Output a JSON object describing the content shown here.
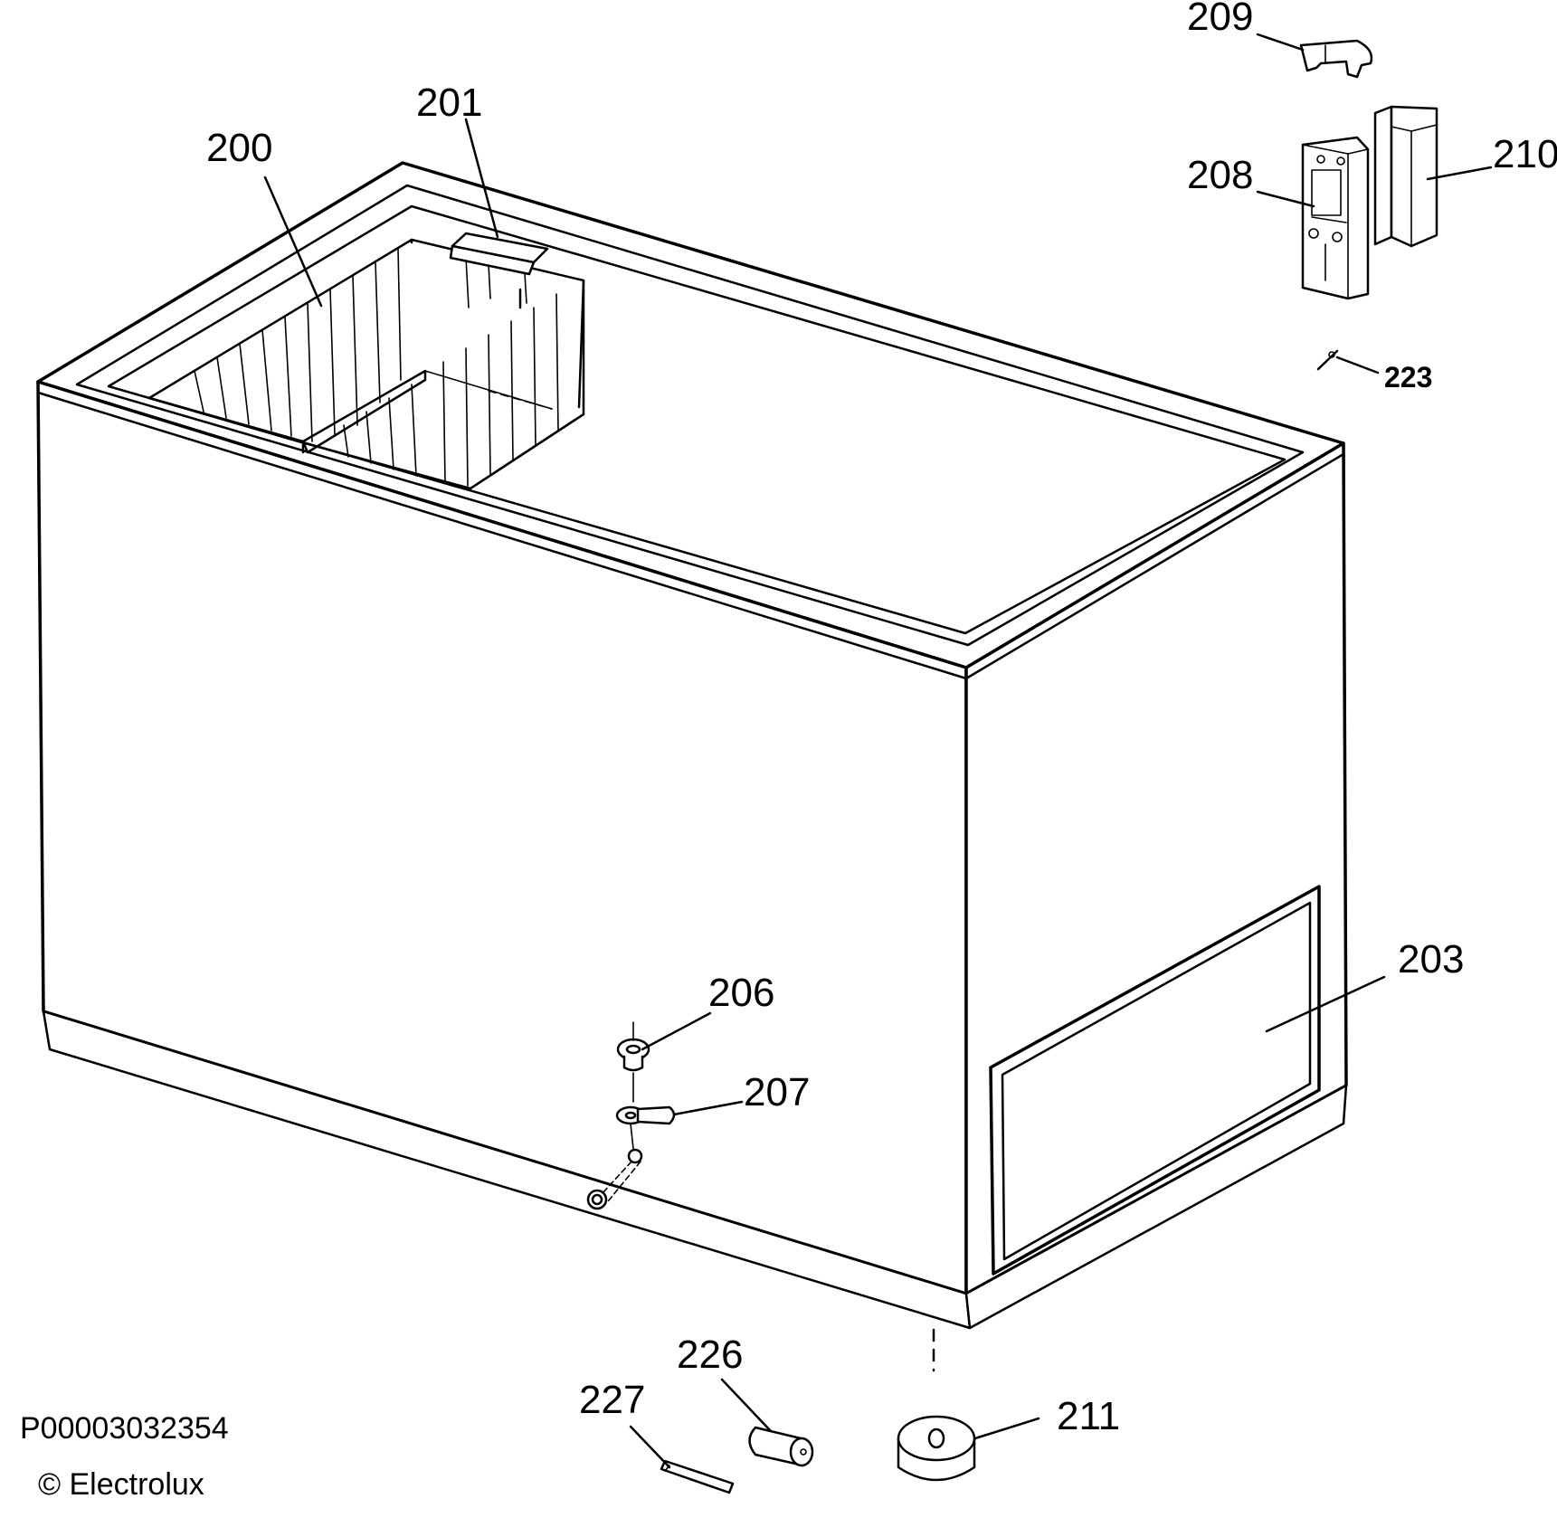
{
  "diagram": {
    "parts": [
      {
        "id": "200",
        "label": "200"
      },
      {
        "id": "201",
        "label": "201"
      },
      {
        "id": "203",
        "label": "203"
      },
      {
        "id": "206",
        "label": "206"
      },
      {
        "id": "207",
        "label": "207"
      },
      {
        "id": "208",
        "label": "208"
      },
      {
        "id": "209",
        "label": "209"
      },
      {
        "id": "210",
        "label": "210"
      },
      {
        "id": "211",
        "label": "211"
      },
      {
        "id": "223",
        "label": "223"
      },
      {
        "id": "226",
        "label": "226"
      },
      {
        "id": "227",
        "label": "227"
      }
    ],
    "document_code": "P00003032354",
    "copyright": "© Electrolux"
  }
}
